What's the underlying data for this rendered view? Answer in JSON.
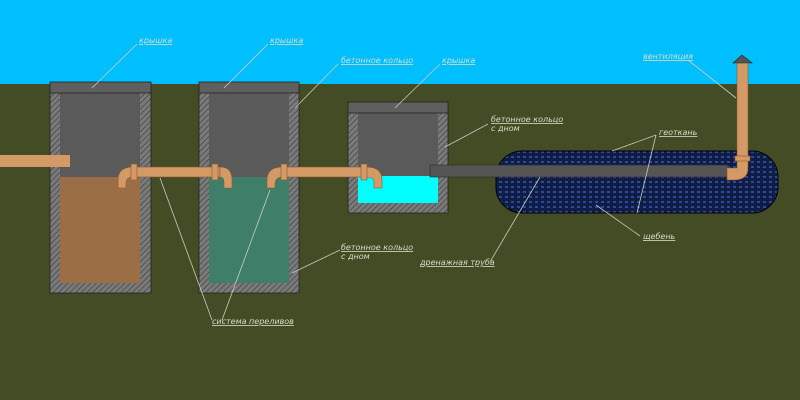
{
  "labels": {
    "lid1": "крышка",
    "lid2": "крышка",
    "lid3": "крышка",
    "ring": "бетонное кольцо",
    "ring_bottom_1_l1": "бетонное кольцо",
    "ring_bottom_1_l2": "с дном",
    "ring_bottom_2_l1": "бетонное кольцо",
    "ring_bottom_2_l2": "с дном",
    "ventilation": "вентиляция",
    "geotextile": "геоткань",
    "gravel": "щебень",
    "drain_pipe": "дренажная труба",
    "overflow_system": "система переливов"
  },
  "colors": {
    "sky": "#00bfff",
    "ground": "#434c25",
    "tank_air": "#5a5a5a",
    "sludge": "#9b6e45",
    "settled_water": "#3f7f6a",
    "clean_water": "#00ffff",
    "pipe": "#d39a66",
    "gravel": "#13224f"
  }
}
